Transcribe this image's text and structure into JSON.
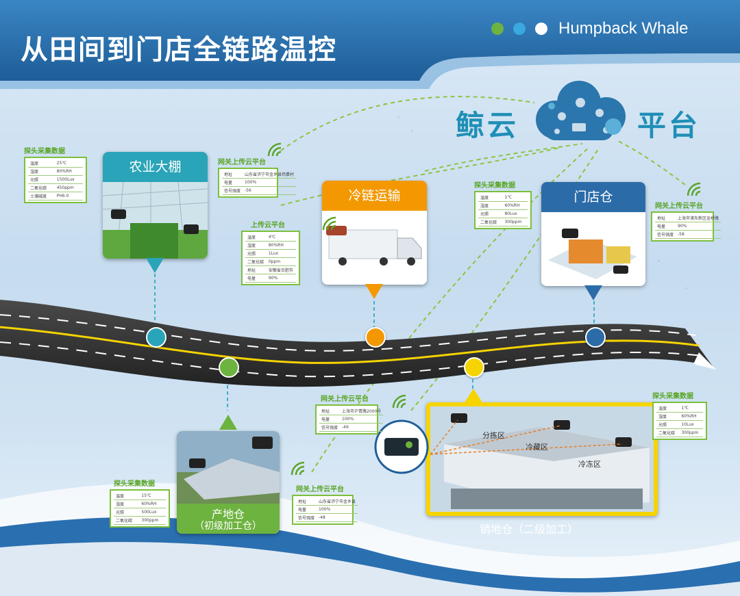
{
  "header": {
    "title": "从田间到门店全链路温控",
    "brand": "Humpback Whale"
  },
  "cloud": {
    "left_text": "鲸云",
    "right_text": "平台"
  },
  "stations": {
    "greenhouse": {
      "label": "农业大棚"
    },
    "cold_transport": {
      "label": "冷链运输"
    },
    "store": {
      "label": "门店仓"
    },
    "origin": {
      "label_1": "产地仓",
      "label_2": "（初级加工仓）"
    },
    "sales": {
      "label": "销地仓（二级加工）",
      "zones": [
        "分拣区",
        "冷藏区",
        "冷冻区"
      ]
    }
  },
  "panels": {
    "gh_probe": {
      "title": "探头采集数据",
      "rows": [
        [
          "温度",
          "25℃"
        ],
        [
          "湿度",
          "80%RH"
        ],
        [
          "光照",
          "1500Lux"
        ],
        [
          "二氧化碳",
          "450ppm"
        ],
        [
          "土壤碱度",
          "PH6.0"
        ]
      ]
    },
    "gh_gateway": {
      "title": "网关上传云平台",
      "rows": [
        [
          "地址",
          "山东省济宁市金乡县鸡黍村"
        ],
        [
          "电量",
          "100%"
        ],
        [
          "信号强度",
          "-56"
        ]
      ]
    },
    "truck_upload": {
      "title": "上传云平台",
      "rows": [
        [
          "温度",
          "4℃"
        ],
        [
          "湿度",
          "80%RH"
        ],
        [
          "光照",
          "1Lux"
        ],
        [
          "二氧化碳",
          "0ppm"
        ],
        [
          "地址",
          "安徽省合肥市"
        ],
        [
          "电量",
          "90%"
        ]
      ]
    },
    "store_probe": {
      "title": "探头采集数据",
      "rows": [
        [
          "温度",
          "1℃"
        ],
        [
          "湿度",
          "60%RH"
        ],
        [
          "光照",
          "80Lux"
        ],
        [
          "二氧化碳",
          "300ppm"
        ]
      ]
    },
    "store_gateway": {
      "title": "网关上传云平台",
      "rows": [
        [
          "地址",
          "上海市浦东新区金桥路"
        ],
        [
          "电量",
          "90%"
        ],
        [
          "信号强度",
          "-58"
        ]
      ]
    },
    "origin_probe": {
      "title": "探头采集数据",
      "rows": [
        [
          "温度",
          "15℃"
        ],
        [
          "湿度",
          "60%RH"
        ],
        [
          "光照",
          "500Lux"
        ],
        [
          "二氧化碳",
          "300ppm"
        ]
      ]
    },
    "origin_gateway": {
      "title": "网关上传云平台",
      "rows": [
        [
          "地址",
          "山东省济宁市金乡县"
        ],
        [
          "电量",
          "100%"
        ],
        [
          "信号强度",
          "-48"
        ]
      ]
    },
    "sales_gateway": {
      "title": "网关上传云平台",
      "rows": [
        [
          "地址",
          "上海市沪青路2000号"
        ],
        [
          "电量",
          "100%"
        ],
        [
          "信号强度",
          "-49"
        ]
      ]
    },
    "sales_probe": {
      "title": "探头采集数据",
      "rows": [
        [
          "温度",
          "1℃"
        ],
        [
          "湿度",
          "60%RH"
        ],
        [
          "光照",
          "10Lux"
        ],
        [
          "二氧化碳",
          "300ppm"
        ]
      ]
    }
  },
  "colors": {
    "header": "#2b6ca8",
    "green": "#6db33f",
    "orange": "#f39800",
    "blue": "#2b6ca8",
    "yellow": "#f5d400",
    "teal": "#2aa4b8"
  }
}
